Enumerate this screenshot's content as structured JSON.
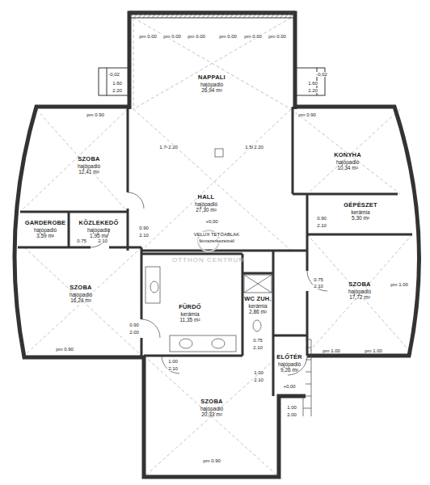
{
  "diagram": {
    "nodes": [
      {
        "text": [
          "NAPPALI",
          "hajópadló",
          "26,94 m²"
        ]
      },
      {
        "text": [
          "SZOBA",
          "hajópadló",
          "12,41 m²"
        ]
      },
      {
        "text": [
          "KONYHA",
          "hajópadló",
          "10,34 m²"
        ]
      },
      {
        "text": [
          "HALL",
          "hajópadló",
          "27,30 m²"
        ]
      },
      {
        "text": [
          "GÉPÉSZET",
          "kerámia",
          "5,30 m²"
        ]
      },
      {
        "text": [
          "GARDEROBE",
          "hajópadló",
          "3,59 m²"
        ]
      },
      {
        "text": [
          "KÖZLEKEDŐ",
          "hajópadló",
          "1,95 m²"
        ]
      },
      {
        "text": [
          "SZOBA",
          "hajópadló",
          "16,24 m²"
        ]
      },
      {
        "text": [
          "WC ZUH.",
          "kerámia",
          "2,86 m²"
        ]
      },
      {
        "text": [
          "SZOBA",
          "hajópadló",
          "17,72 m²"
        ]
      },
      {
        "text": [
          "FÜRDŐ",
          "kerámia",
          "11,35 m²"
        ]
      },
      {
        "text": [
          "ELŐTÉR",
          "hajópadló",
          "9,26 m²"
        ]
      },
      {
        "text": [
          "SZOBA",
          "hajópadló",
          "20,33 m²"
        ]
      }
    ],
    "labels": [
      "pm 0.00",
      "pm 0.00",
      "pm 0.00",
      "pm 0.00",
      "pm 0.00",
      "pm 0.00",
      "-0,02",
      "-0,02",
      "1.60",
      "2.20",
      "1.60",
      "2.20",
      "pm 0.90",
      "pm 0.90",
      "1.74",
      "2.20",
      "1.56",
      "2.20",
      "+0,00",
      "VELUX TETŐABLAK",
      "fémszerkezetnél",
      "0.75",
      "2.10",
      "0.90",
      "2.10",
      "0.90",
      "2.00",
      "0.75",
      "2.10",
      "0.75",
      "2.10",
      "1.00",
      "2.10",
      "0.90",
      "2.10",
      "1.00",
      "2.10",
      "pm 1.00",
      "pm 1.00",
      "pm 1.00",
      "pm 0.90",
      "pm 0.90",
      "+0,00",
      "1.00",
      "2.00",
      "OTTHON CENTRUM"
    ]
  }
}
